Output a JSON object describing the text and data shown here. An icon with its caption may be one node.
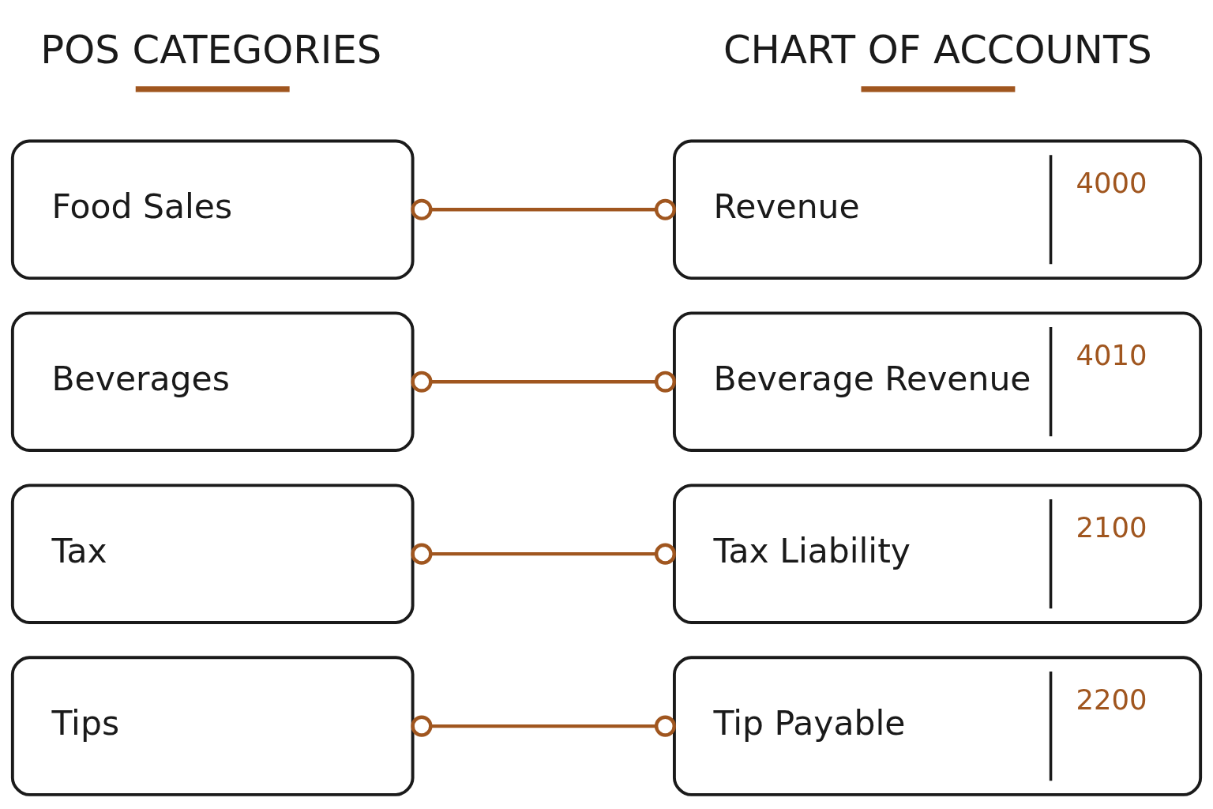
{
  "diagram": {
    "nodes": [
      {
        "text": [
          "Food Sales"
        ]
      },
      {
        "text": [
          "Beverages"
        ]
      },
      {
        "text": [
          "Tax"
        ]
      },
      {
        "text": [
          "Tips"
        ]
      },
      {
        "text": [
          "Revenue",
          "4000"
        ]
      },
      {
        "text": [
          "Beverage Revenue",
          "4010"
        ]
      },
      {
        "text": [
          "Tax Liability",
          "2100"
        ]
      },
      {
        "text": [
          "Tip Payable",
          "2200"
        ]
      }
    ],
    "edges": [
      {
        "from": 0,
        "to": 4,
        "arrow": "other"
      },
      {
        "from": 1,
        "to": 5,
        "arrow": "other"
      },
      {
        "from": 2,
        "to": 6,
        "arrow": "other"
      },
      {
        "from": 3,
        "to": 7,
        "arrow": "other"
      }
    ],
    "labels": [
      "POS CATEGORIES",
      "CHART OF ACCOUNTS"
    ]
  }
}
